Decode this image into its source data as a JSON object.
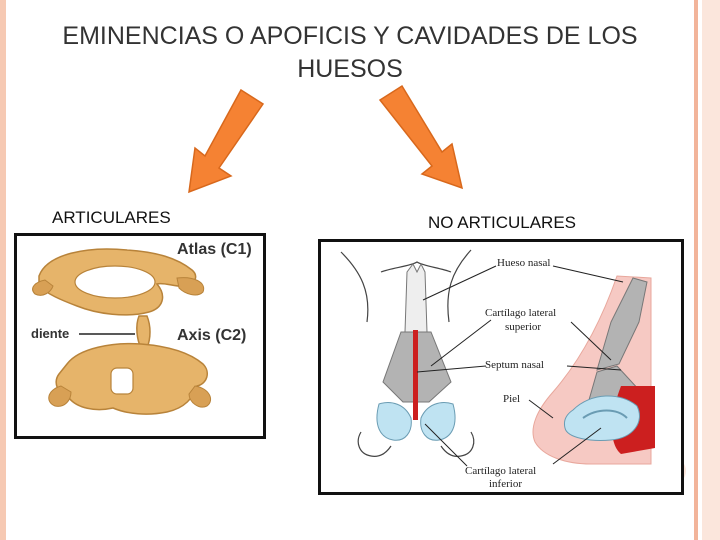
{
  "slide": {
    "title": "EMINENCIAS O APOFICIS Y CAVIDADES DE LOS HUESOS",
    "accent_color": "#f58233",
    "border_color": "#f6c9b3"
  },
  "left": {
    "heading": "ARTICULARES",
    "labels": {
      "atlas": "Atlas (C1)",
      "axis": "Axis (C2)",
      "diente": "diente"
    }
  },
  "right": {
    "heading": "NO ARTICULARES",
    "labels": {
      "hueso_nasal": "Hueso nasal",
      "cartilago_sup_1": "Cartílago lateral",
      "cartilago_sup_2": "superior",
      "septum": "Septum nasal",
      "piel": "Piel",
      "cartilago_inf_1": "Cartílago lateral",
      "cartilago_inf_2": "inferior"
    }
  }
}
